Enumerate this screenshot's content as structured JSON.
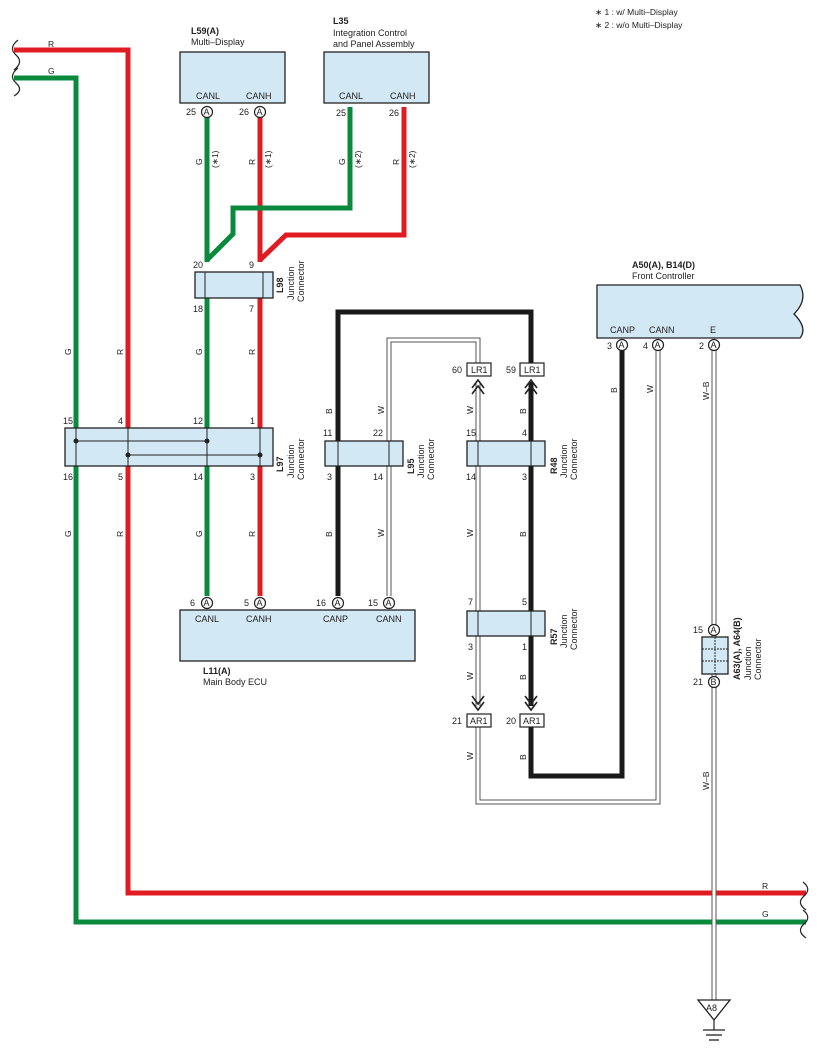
{
  "notes": {
    "note1": "∗ 1 : w/ Multi–Display",
    "note2": "∗ 2 : w/o Multi–Display"
  },
  "components": {
    "multi_display": {
      "code": "L59(A)",
      "name": "Multi–Display",
      "pin_canl": "CANL",
      "pin_canh": "CANH",
      "pin_canl_no": "25",
      "pin_canh_no": "26",
      "conn": "A"
    },
    "integration": {
      "code": "L35",
      "name1": "Integration Control",
      "name2": "and Panel Assembly",
      "pin_canl": "CANL",
      "pin_canh": "CANH",
      "pin_canl_no": "25",
      "pin_canh_no": "26"
    },
    "front_controller": {
      "code": "A50(A), B14(D)",
      "name": "Front Controller",
      "pin_canp": "CANP",
      "pin_cann": "CANN",
      "pin_e": "E",
      "canp_no": "3",
      "cann_no": "4",
      "e_no": "2",
      "conn": "A"
    },
    "main_body_ecu": {
      "code": "L11(A)",
      "name": "Main Body ECU",
      "canl": "CANL",
      "canh": "CANH",
      "canp": "CANP",
      "cann": "CANN",
      "canl_no": "6",
      "canh_no": "5",
      "canp_no": "16",
      "cann_no": "15",
      "conn": "A"
    }
  },
  "junctions": {
    "l98": {
      "code": "L98",
      "type": "Junction",
      "type2": "Connector",
      "pin_tl": "20",
      "pin_tr": "9",
      "pin_bl": "18",
      "pin_br": "7"
    },
    "l97": {
      "code": "L97",
      "type": "Junction",
      "type2": "Connector",
      "p15": "15",
      "p4": "4",
      "p12": "12",
      "p1": "1",
      "p16": "16",
      "p5": "5",
      "p14": "14",
      "p3": "3"
    },
    "l95": {
      "code": "L95",
      "type": "Junction",
      "type2": "Connector",
      "p11": "11",
      "p22": "22",
      "p3": "3",
      "p14": "14"
    },
    "r48": {
      "code": "R48",
      "type": "Junction",
      "type2": "Connector",
      "p15": "15",
      "p4": "4",
      "p14": "14",
      "p3": "3"
    },
    "r57": {
      "code": "R57",
      "type": "Junction",
      "type2": "Connector",
      "p7": "7",
      "p5": "5",
      "p3": "3",
      "p1": "1"
    },
    "a63": {
      "code": "A63(A), A64(B)",
      "type": "Junction",
      "type2": "Connector",
      "p15": "15",
      "p21": "21",
      "connA": "A",
      "connB": "B"
    }
  },
  "inline": {
    "lr1_left_no": "60",
    "lr1_right_no": "59",
    "lr1": "LR1",
    "ar1_left_no": "21",
    "ar1_right_no": "20",
    "ar1": "AR1"
  },
  "ground": {
    "label": "A8"
  },
  "wire_colors": {
    "R": "R",
    "G": "G",
    "B": "B",
    "W": "W",
    "WB": "W–B",
    "star1": "(∗1)",
    "star2": "(∗2)",
    "hex_red": "#e11b22",
    "hex_green": "#0a8a3c",
    "hex_black": "#1a1a1a"
  }
}
